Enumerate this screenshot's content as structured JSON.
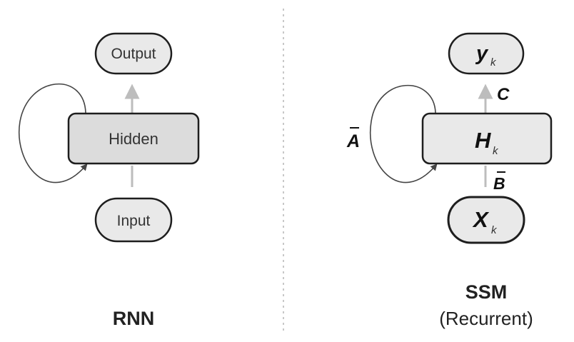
{
  "left": {
    "title": "RNN",
    "output_label": "Output",
    "hidden_label": "Hidden",
    "input_label": "Input"
  },
  "right": {
    "title": "SSM",
    "subtitle": "(Recurrent)",
    "output_symbol": "y",
    "output_sub": "k",
    "hidden_symbol": "H",
    "hidden_sub": "k",
    "input_symbol": "X",
    "input_sub": "k",
    "label_c": "C",
    "label_b": "B",
    "label_a": "A"
  },
  "colors": {
    "node_fill": "#e9e9e9",
    "hidden_fill": "#dcdcdc",
    "stroke": "#1e1e1e",
    "arrow": "#bdbdbd",
    "divider": "#c8c8c8"
  }
}
